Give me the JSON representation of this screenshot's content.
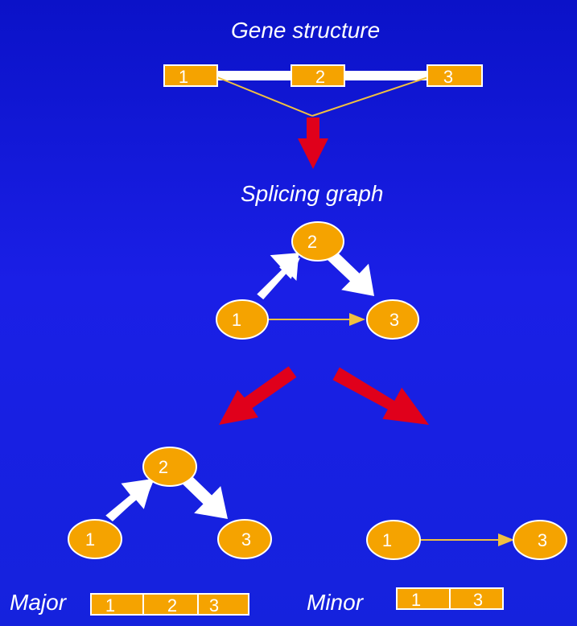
{
  "titles": {
    "gene_structure": "Gene structure",
    "splicing_graph": "Splicing graph"
  },
  "gene": {
    "exons": [
      "1",
      "2",
      "3"
    ]
  },
  "graph": {
    "nodes": [
      "1",
      "2",
      "3"
    ]
  },
  "major": {
    "label": "Major",
    "nodes": [
      "1",
      "2",
      "3"
    ],
    "transcript": [
      "1",
      "2",
      "3"
    ]
  },
  "minor": {
    "label": "Minor",
    "nodes": [
      "1",
      "3"
    ],
    "transcript": [
      "1",
      "3"
    ]
  },
  "colors": {
    "exon_fill": "#f5a300",
    "node_fill": "#f5a300",
    "outline": "#ffffff",
    "red_arrow": "#e0001b",
    "thin_line": "#f0c040"
  }
}
